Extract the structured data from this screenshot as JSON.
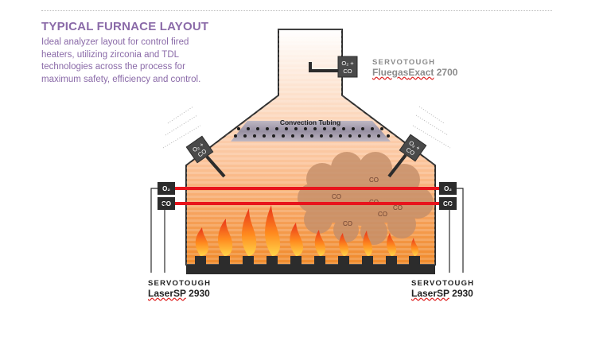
{
  "header": {
    "title": "TYPICAL FURNACE LAYOUT",
    "description": "Ideal analyzer layout for control fired heaters, utilizing zirconia and TDL technologies across the process for maximum safety, efficiency and control."
  },
  "diagram": {
    "convection_label": "Convection Tubing",
    "smoke_labels": [
      "CO",
      "CO",
      "CO",
      "CO",
      "CO",
      "CO"
    ],
    "probe_top": {
      "line1": "O₂ +",
      "line2": "CO"
    },
    "probe_left": {
      "line1": "O₂ +",
      "line2": "CO"
    },
    "probe_right": {
      "line1": "O₂ +",
      "line2": "CO"
    },
    "box_o2": "O₂",
    "box_co": "CO"
  },
  "labels": {
    "top_brand": "SERVOTOUGH",
    "top_model_a": "Fluegas",
    "top_model_b": "Exact",
    "top_model_c": " 2700",
    "left_brand": "SERVOTOUGH",
    "left_model_a": "LaserSP",
    "left_model_b": " 2930",
    "right_brand": "SERVOTOUGH",
    "right_model_a": "LaserSP",
    "right_model_b": " 2930"
  },
  "colors": {
    "title": "#8a6aa8",
    "laser": "#e8141c",
    "furnace_dark": "#2c2c2c",
    "smoke": "#c58f6a"
  }
}
